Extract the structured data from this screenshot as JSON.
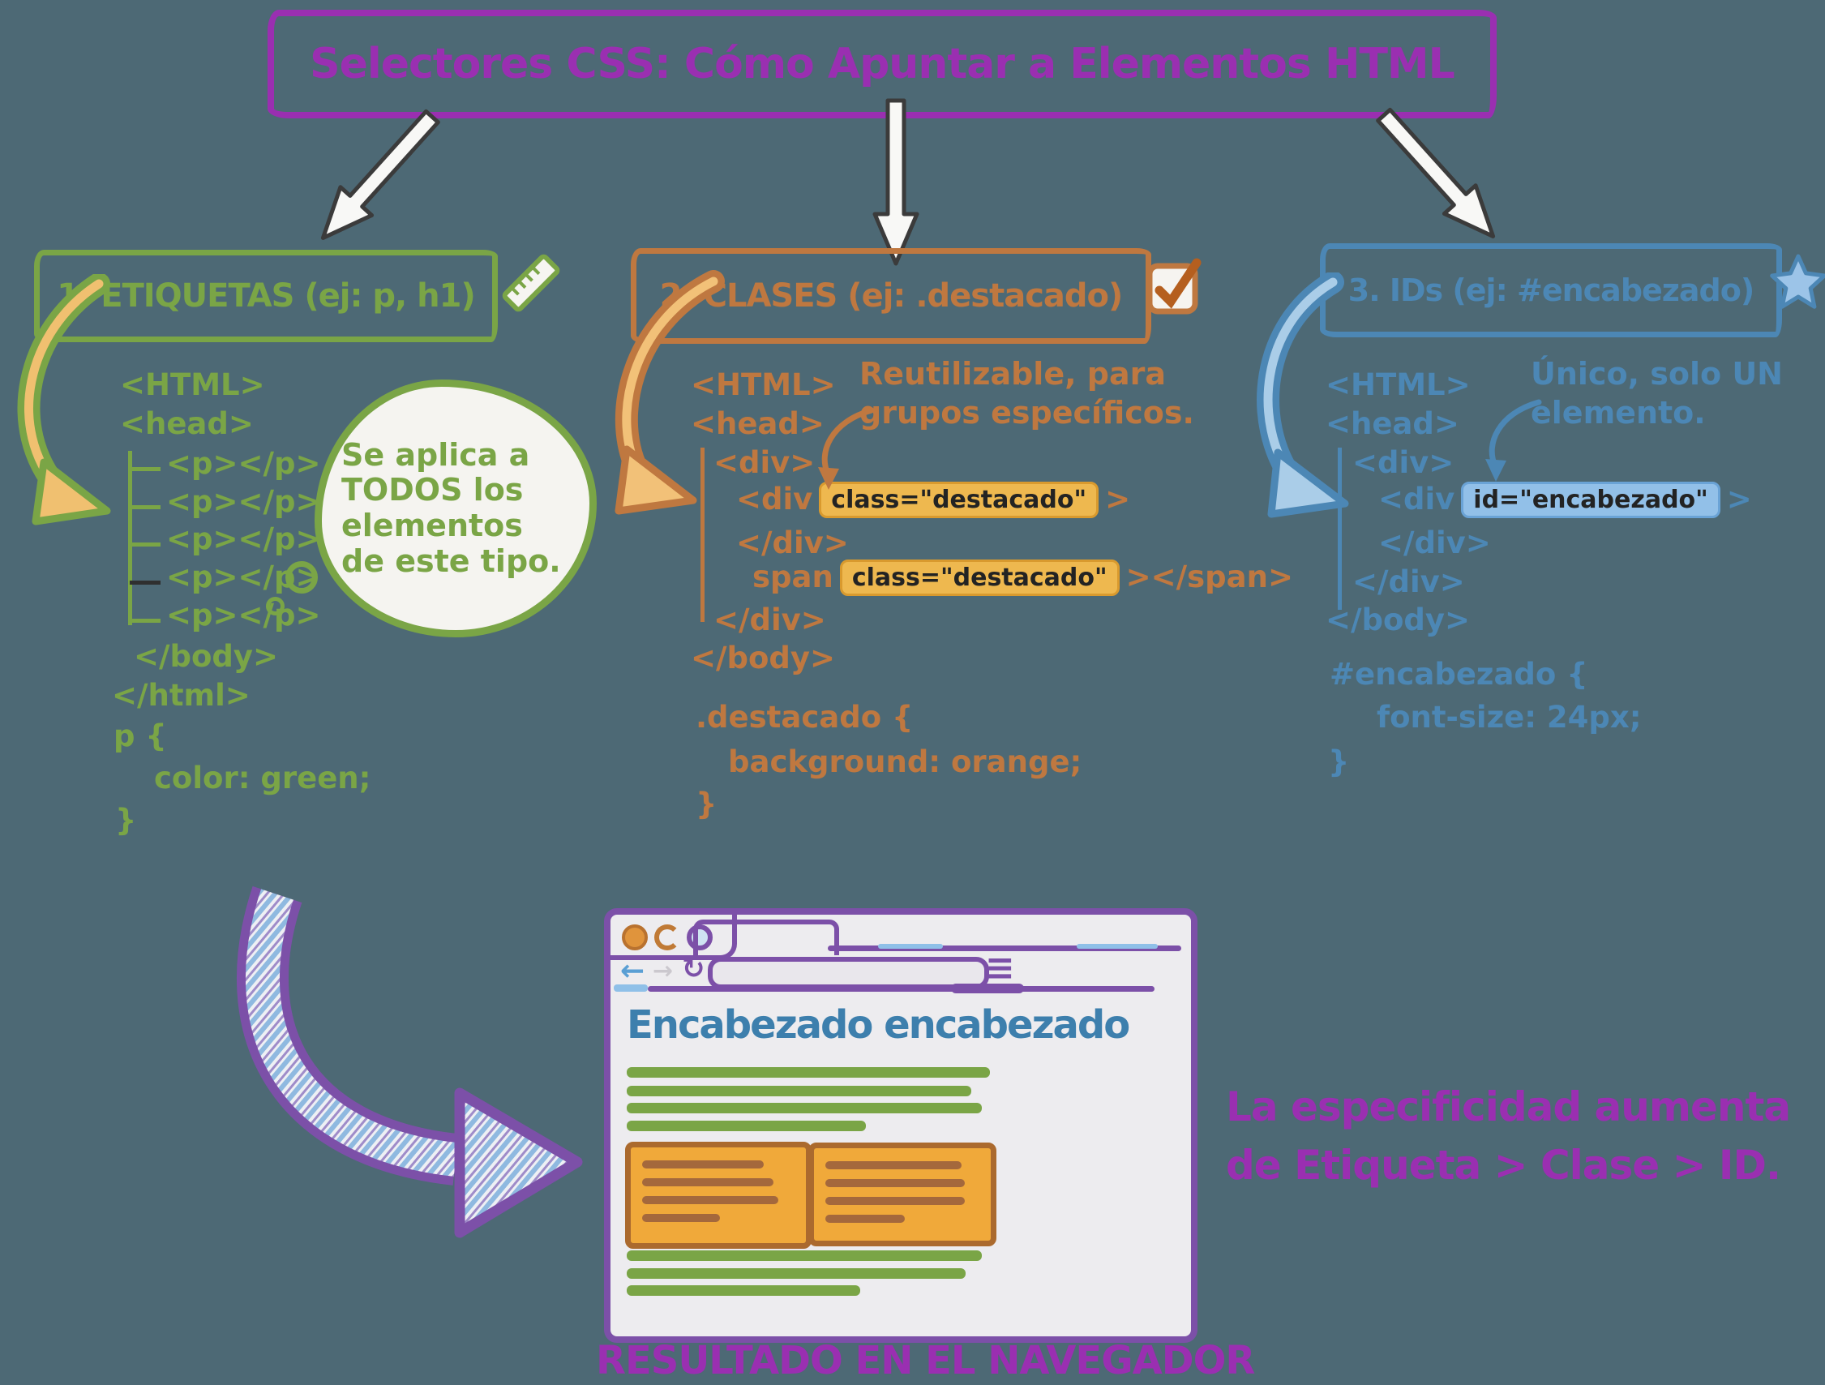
{
  "title": "Selectores CSS: Cómo Apuntar a Elementos HTML",
  "colors": {
    "background": "#4d6975",
    "title_purple": "#9a2fb1",
    "green": "#7aa546",
    "orange": "#bf7840",
    "blue": "#4c87b5",
    "highlight_orange_bg": "#eeb84f",
    "highlight_blue_bg": "#92c0e8",
    "highlight_text": "#232323",
    "browser_frame_purple": "#7c50a8",
    "browser_bg": "#edecef",
    "browser_heading_blue": "#3d7fad",
    "content_line_green": "#7aa546",
    "content_box_orange_fill": "#f0a93a",
    "content_box_orange_border": "#ab6a2e",
    "content_box_line_brown": "#a4683c"
  },
  "icons": {
    "tags_section": "ruler-icon",
    "classes_section": "checkbox-icon",
    "ids_section": "star-icon"
  },
  "sections": {
    "tags": {
      "title": "1. ETIQUETAS (ej: p, h1)",
      "bubble_text": "Se aplica a TODOS los elementos de este tipo.",
      "code": {
        "html_open": "<HTML>",
        "head_open": "<head>",
        "p_line": "<p></p>",
        "body_close": "</body>",
        "html_close": "</html>"
      },
      "css": {
        "selector": "p {",
        "rule": "color: green;",
        "brace": "}"
      }
    },
    "classes": {
      "title": "2. CLASES (ej: .destacado)",
      "note": "Reutilizable, para grupos específicos.",
      "code": {
        "html_open": "<HTML>",
        "head_open": "<head>",
        "div_open": "<div>",
        "div_attr_pre": "<div",
        "class_attr": "class=\"destacado\"",
        "attr_close": ">",
        "div_close": "</div>",
        "span_pre": "span",
        "span_attr": "class=\"destacado\"",
        "span_close": "></span>",
        "div_close2": "</div>",
        "body_close": "</body>"
      },
      "css": {
        "selector": ".destacado {",
        "rule": "background: orange;",
        "brace": "}"
      }
    },
    "ids": {
      "title": "3. IDs (ej: #encabezado)",
      "note": "Único, solo UN elemento.",
      "code": {
        "html_open": "<HTML>",
        "head_open": "<head>",
        "div_open": "<div>",
        "div_attr_pre": "<div",
        "id_attr": "id=\"encabezado\"",
        "attr_close": ">",
        "div_close": "</div>",
        "div_close2": "</div>",
        "body_close": "</body>"
      },
      "css": {
        "selector": "#encabezado {",
        "rule": "font-size: 24px;",
        "brace": "}"
      }
    }
  },
  "browser": {
    "heading": "Encabezado encabezado",
    "caption": "RESULTADO EN EL NAVEGADOR",
    "back_glyph": "←",
    "forward_glyph": "→",
    "refresh_glyph": "↻",
    "menu_glyph": "≡"
  },
  "specificity": {
    "line1": "La especificidad aumenta",
    "line2": "de Etiqueta > Clase > ID."
  }
}
